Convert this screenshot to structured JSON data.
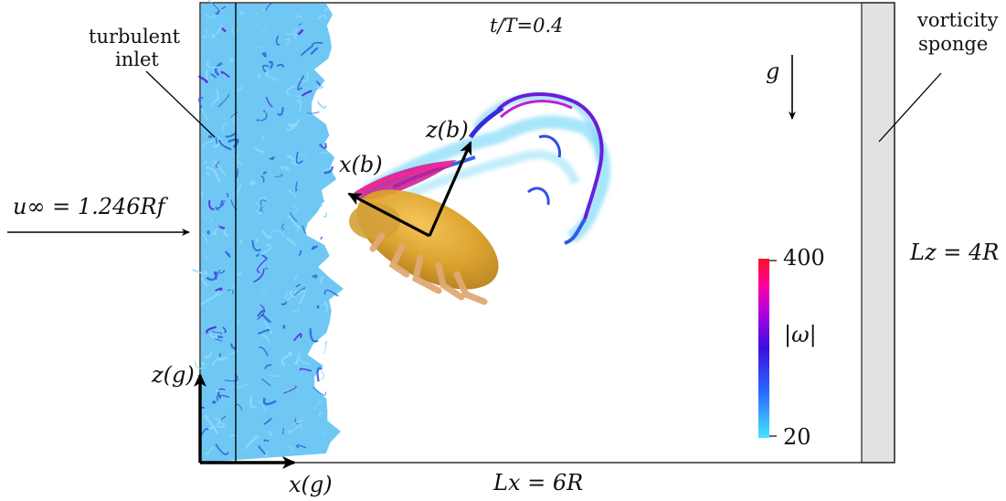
{
  "labels": {
    "time": "t/T=0.4",
    "turbulent_inlet": [
      "turbulent",
      "inlet"
    ],
    "vorticity_sponge": [
      "vorticity",
      "sponge"
    ],
    "freestream": "u∞ = 1.246Rf",
    "gravity": "g",
    "lz": "Lz = 4R",
    "lx": "Lx = 6R",
    "z_global": "z(g)",
    "x_global": "x(g)",
    "z_body": "z(b)",
    "x_body": "x(b)"
  },
  "colorbar": {
    "label": "|ω|",
    "max_label": "400",
    "min_label": "20",
    "colors": [
      "#44e6ff",
      "#2a6cff",
      "#3a10e0",
      "#b000e0",
      "#ff00a0",
      "#ff1020"
    ]
  },
  "colors": {
    "turbulence": "#3fb6f0",
    "turbulence_dark": "#2a63d6",
    "vortex_core": "#5a1ad6",
    "body": "#d9a21f",
    "sponge_fill": "#e2e2e2"
  }
}
